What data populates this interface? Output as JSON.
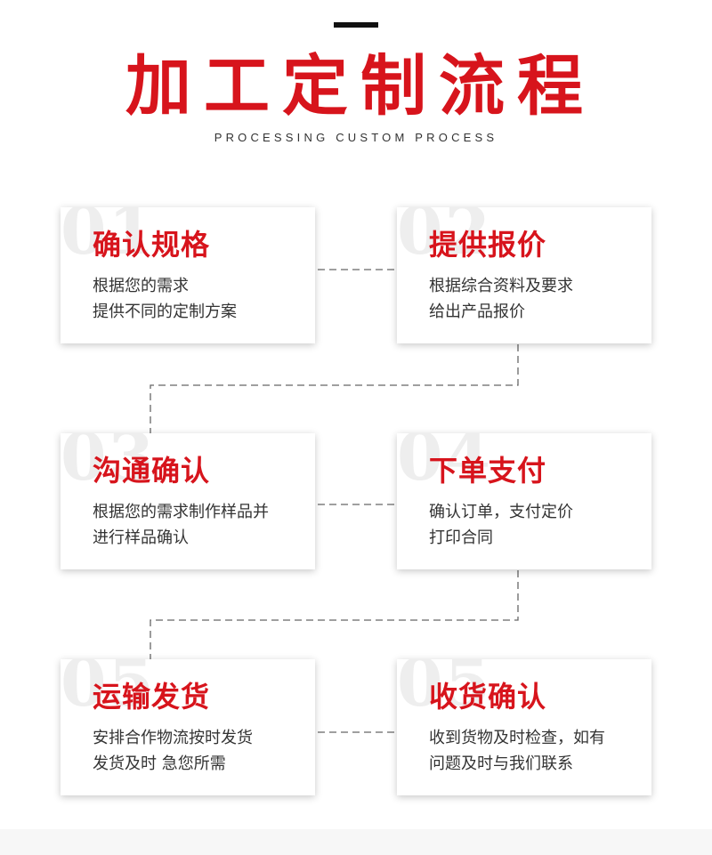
{
  "header": {
    "title": "加工定制流程",
    "subtitle": "PROCESSING CUSTOM PROCESS"
  },
  "steps": [
    {
      "number": "01",
      "title": "确认规格",
      "lines": [
        "根据您的需求",
        "提供不同的定制方案"
      ]
    },
    {
      "number": "02",
      "title": "提供报价",
      "lines": [
        "根据综合资料及要求",
        "给出产品报价"
      ]
    },
    {
      "number": "03",
      "title": "沟通确认",
      "lines": [
        "根据您的需求制作样品并",
        "进行样品确认"
      ]
    },
    {
      "number": "04",
      "title": "下单支付",
      "lines": [
        "确认订单，支付定价",
        "打印合同"
      ]
    },
    {
      "number": "05",
      "title": "运输发货",
      "lines": [
        "安排合作物流按时发货",
        "发货及时 急您所需"
      ]
    },
    {
      "number": "05",
      "title": "收货确认",
      "lines": [
        "收到货物及时检查，如有",
        "问题及时与我们联系"
      ]
    }
  ],
  "colors": {
    "accent": "#d7141c",
    "text": "#333333",
    "connector": "#666666"
  }
}
